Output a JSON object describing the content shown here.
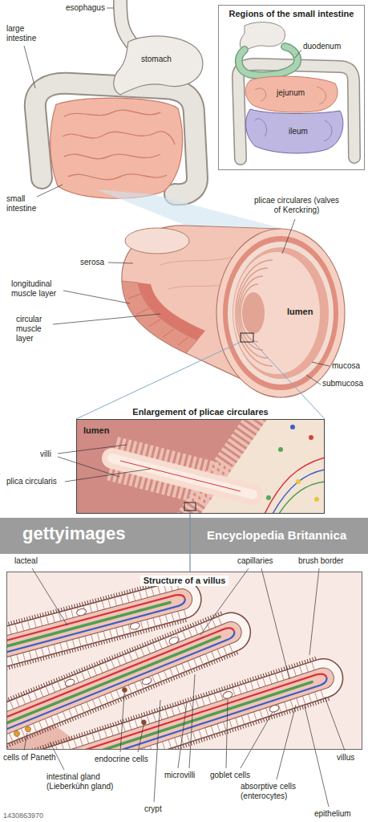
{
  "diagram": {
    "nodes": [
      {
        "text": [
          "Regions of the small intestine"
        ]
      },
      {
        "text": [
          "Enlargement of plicae circulares"
        ]
      },
      {
        "text": [
          "Structure of a villus"
        ]
      }
    ],
    "edges": [
      {
        "from": 1,
        "to": 2,
        "arrow": "none"
      }
    ],
    "labels": [
      "esophagus",
      "large intestine",
      "stomach",
      "small intestine",
      "duodenum",
      "jejunum",
      "ileum",
      "plicae circulares (valves of Kerckring)",
      "serosa",
      "longitudinal muscle layer",
      "circular muscle layer",
      "lumen",
      "mucosa",
      "submucosa",
      "lumen",
      "villi",
      "plica circularis",
      "gettyimages",
      "Encyclopedia Britannica",
      "lacteal",
      "capillaries",
      "brush border",
      "cells of Paneth",
      "intestinal gland (Lieberkühn gland)",
      "endocrine cells",
      "crypt",
      "microvilli",
      "goblet cells",
      "absorptive cells (enterocytes)",
      "villus",
      "epithelium",
      "1430863970"
    ]
  }
}
